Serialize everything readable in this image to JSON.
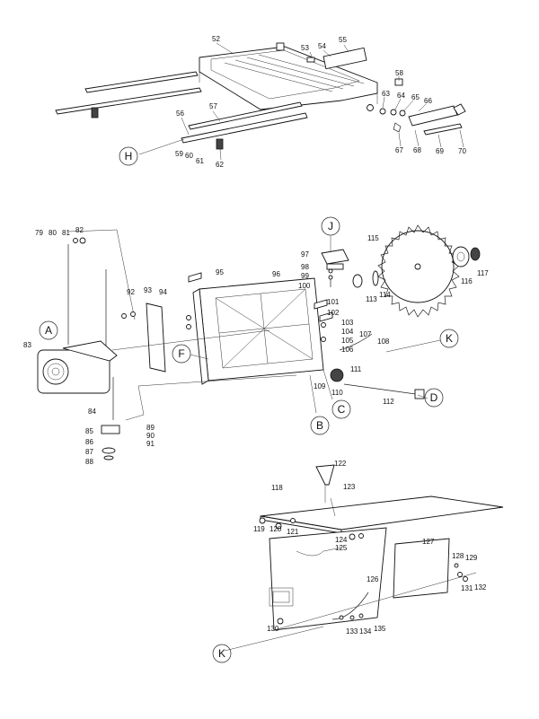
{
  "callouts": [
    "52",
    "53",
    "54",
    "55",
    "56",
    "57",
    "58",
    "59",
    "60",
    "61",
    "62",
    "63",
    "64",
    "65",
    "66",
    "67",
    "68",
    "69",
    "70",
    "79",
    "80",
    "81",
    "82",
    "83",
    "84",
    "85",
    "86",
    "87",
    "88",
    "89",
    "90",
    "91",
    "92",
    "93",
    "94",
    "95",
    "96",
    "97",
    "98",
    "99",
    "100",
    "101",
    "102",
    "103",
    "104",
    "105",
    "106",
    "107",
    "108",
    "109",
    "110",
    "111",
    "112",
    "113",
    "114",
    "115",
    "116",
    "117",
    "118",
    "119",
    "120",
    "121",
    "122",
    "123",
    "124",
    "125",
    "126",
    "127",
    "128",
    "129",
    "130",
    "131",
    "132",
    "133",
    "134",
    "135"
  ],
  "reference_letters": [
    "H",
    "J",
    "A",
    "F",
    "K",
    "C",
    "B",
    "D",
    "K"
  ]
}
